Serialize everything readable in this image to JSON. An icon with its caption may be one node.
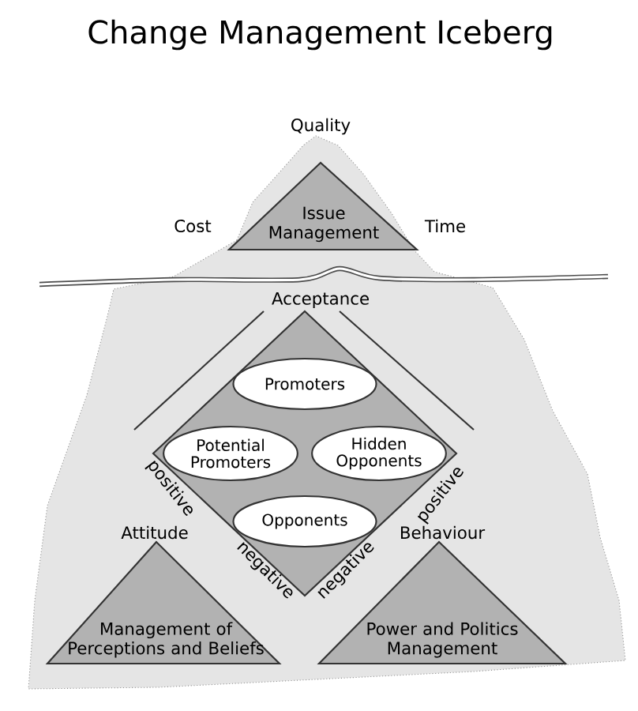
{
  "diagram": {
    "title": "Change Management Iceberg",
    "nodes": [
      {
        "text": [
          "Issue Management"
        ]
      },
      {
        "text": [],
        "shape": "diamond"
      },
      {
        "text": [
          "Promoters"
        ],
        "in": 1
      },
      {
        "text": [
          "Potential Promoters"
        ],
        "in": 1
      },
      {
        "text": [
          "Hidden Opponents"
        ],
        "in": 1
      },
      {
        "text": [
          "Opponents"
        ],
        "in": 1
      },
      {
        "text": [
          "Management of Perceptions and Beliefs"
        ]
      },
      {
        "text": [
          "Power and Politics Management"
        ]
      }
    ],
    "labels": [
      "Quality",
      "Cost",
      "Time",
      "Acceptance",
      "positive",
      "positive",
      "Attitude",
      "Behaviour",
      "negative",
      "negative"
    ]
  }
}
